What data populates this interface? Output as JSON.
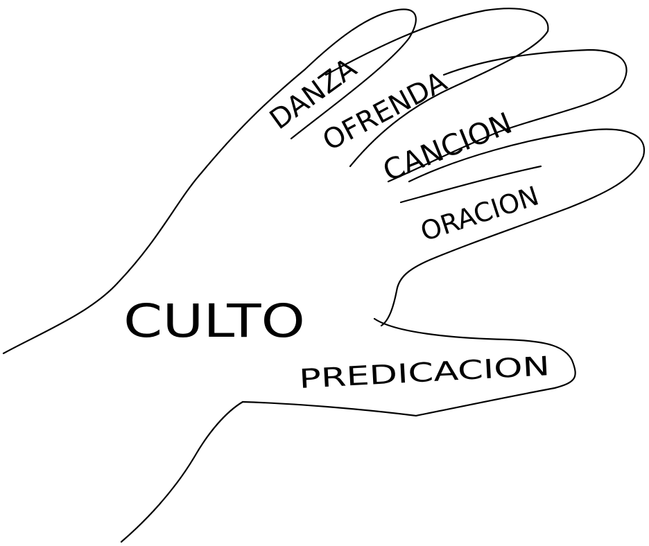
{
  "diagram": {
    "center_label": "CULTO",
    "fingers": [
      {
        "id": "danza",
        "label": "DANZA"
      },
      {
        "id": "ofrenda",
        "label": "OFRENDA"
      },
      {
        "id": "cancion",
        "label": "CANCION"
      },
      {
        "id": "oracion",
        "label": "ORACION"
      },
      {
        "id": "predicacion",
        "label": "PREDICACION"
      }
    ],
    "ink_color": "#000000",
    "background": "#ffffff"
  }
}
